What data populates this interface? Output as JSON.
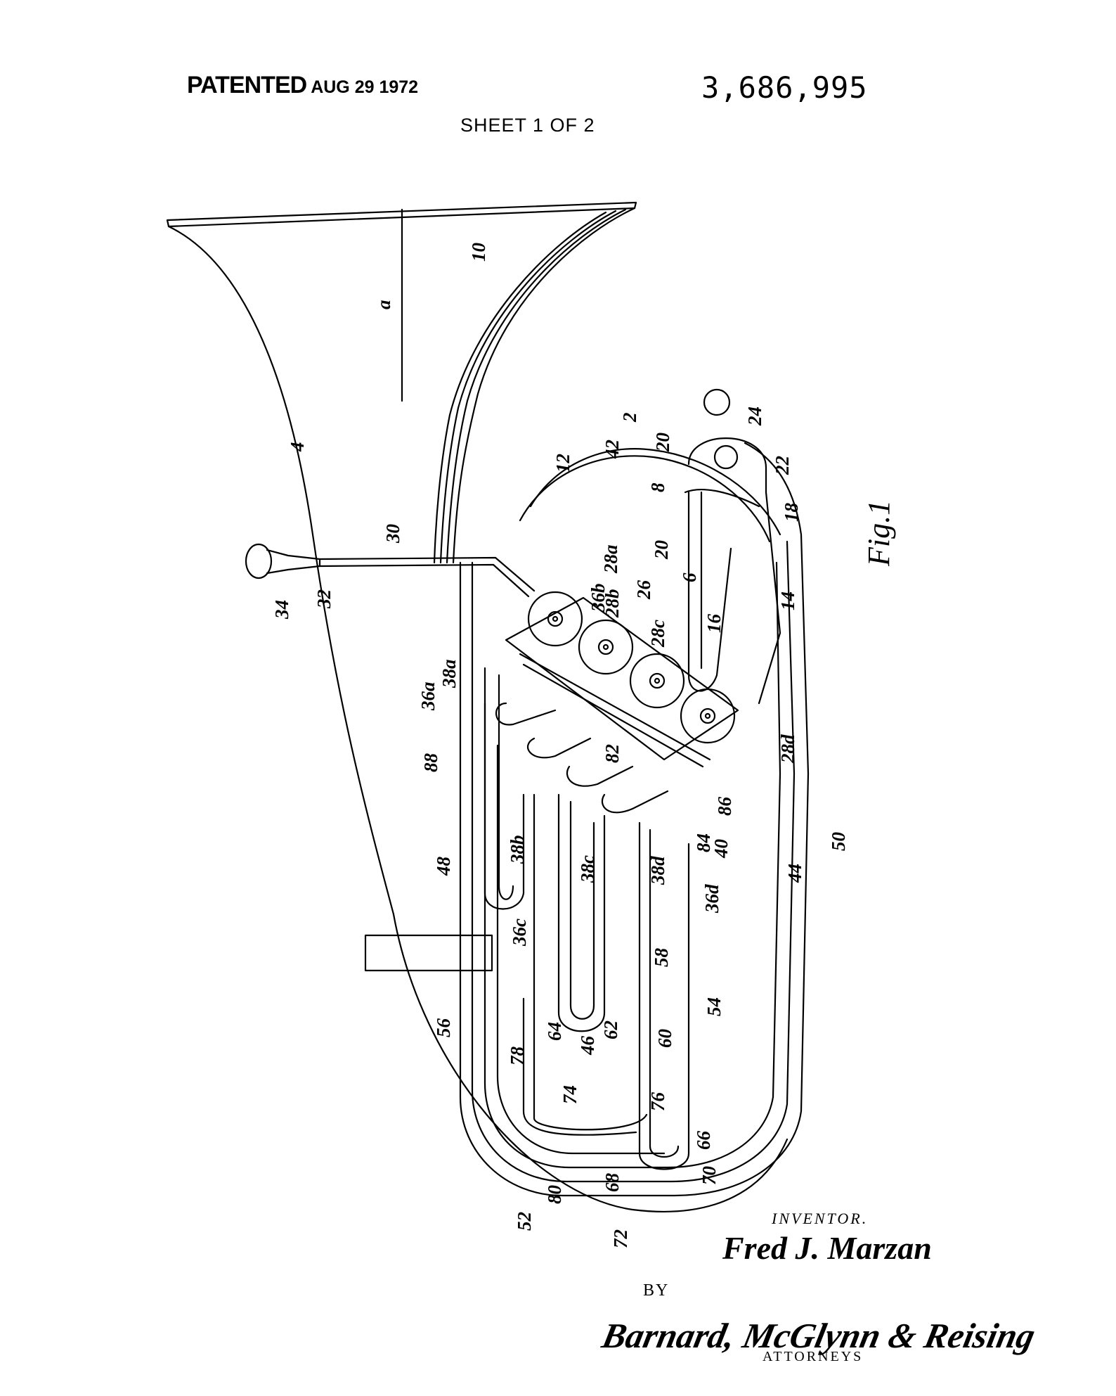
{
  "header": {
    "patented": "PATENTED",
    "date": "AUG 29 1972",
    "patent_number": "3,686,995",
    "sheet": "SHEET 1 OF 2"
  },
  "figure": {
    "label": "Fig.1",
    "reference_numerals": [
      "2",
      "4",
      "6",
      "8",
      "10",
      "12",
      "14",
      "16",
      "18",
      "20",
      "20",
      "22",
      "24",
      "26",
      "28a",
      "28b",
      "28c",
      "28d",
      "30",
      "32",
      "34",
      "36a",
      "36b",
      "36c",
      "36d",
      "38a",
      "38b",
      "38c",
      "38d",
      "40",
      "42",
      "44",
      "46",
      "48",
      "50",
      "52",
      "54",
      "56",
      "58",
      "60",
      "62",
      "64",
      "66",
      "68",
      "70",
      "72",
      "74",
      "76",
      "78",
      "80",
      "82",
      "84",
      "86",
      "88",
      "a"
    ]
  },
  "signature_block": {
    "inventor_label": "INVENTOR.",
    "inventor_name": "Fred J. Marzan",
    "by": "BY",
    "attorneys_signature": "Barnard, McGlynn & Reising",
    "attorneys_label": "ATTORNEYS"
  }
}
